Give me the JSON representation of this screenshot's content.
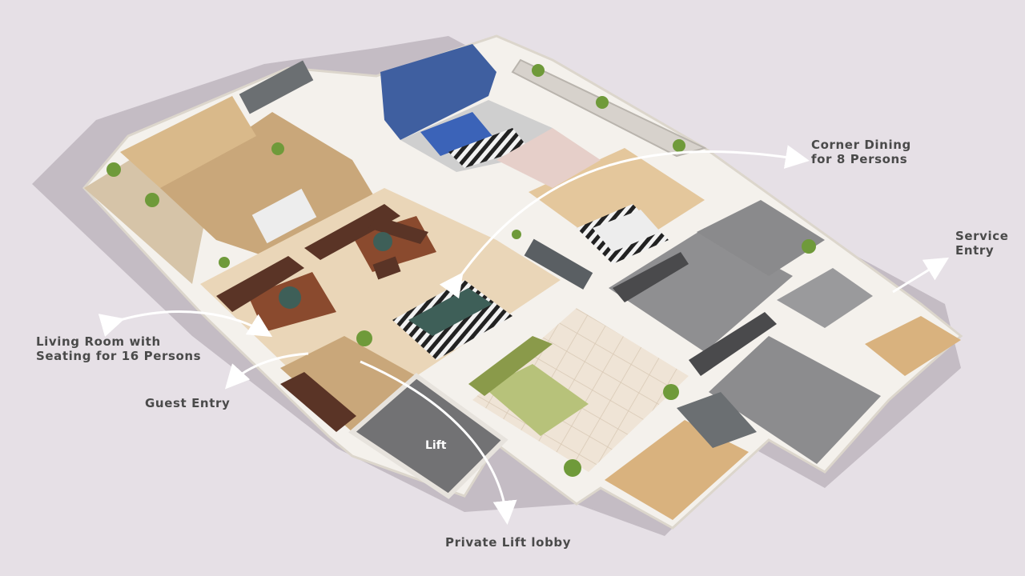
{
  "callouts": {
    "corner_dining": [
      "Corner Dining",
      "for 8 Persons"
    ],
    "service_entry": [
      "Service",
      "Entry"
    ],
    "living_room": [
      "Living Room with",
      "Seating for 16 Persons"
    ],
    "guest_entry": "Guest Entry",
    "private_lift_lobby": "Private Lift lobby"
  },
  "rooms": {
    "lift": "Lift"
  },
  "colors": {
    "background": "#e6e0e6",
    "wall": "#f4f1ec",
    "wood_floor": "#c9a77a",
    "beige_floor": "#ead6b8",
    "grey_floor": "#8a8a8c",
    "sofa_brown": "#5a3426",
    "blue_accent": "#3f5fa0",
    "teal_table": "#3e5f58",
    "label_text": "#4a4a4a",
    "arrow": "#ffffff"
  }
}
